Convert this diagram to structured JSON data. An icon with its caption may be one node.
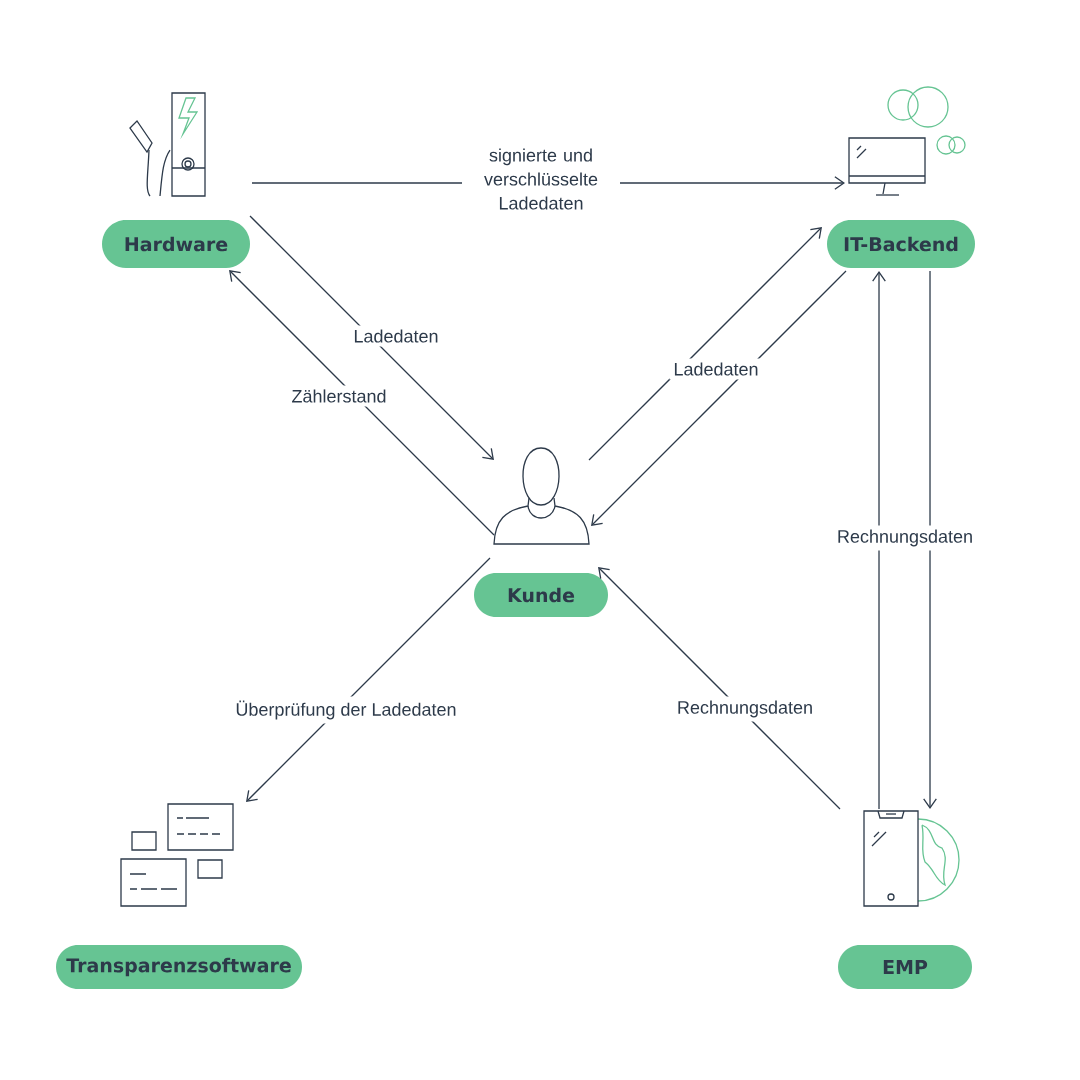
{
  "diagram": {
    "nodes": [
      {
        "text": [
          "Hardware"
        ]
      },
      {
        "text": [
          "IT-Backend"
        ]
      },
      {
        "text": [
          "Kunde"
        ]
      },
      {
        "text": [
          "Transparenzsoftware"
        ]
      },
      {
        "text": [
          "EMP"
        ]
      }
    ],
    "edges": [
      {
        "from": 0,
        "to": 1,
        "arrow": "to",
        "label": "signierte und verschlüsselte Ladedaten"
      },
      {
        "from": 0,
        "to": 2,
        "arrow": "to",
        "label": "Ladedaten"
      },
      {
        "from": 2,
        "to": 0,
        "arrow": "to",
        "label": "Zählerstand"
      },
      {
        "from": 2,
        "to": 1,
        "arrow": "to",
        "label": "Ladedaten"
      },
      {
        "from": 1,
        "to": 2,
        "arrow": "to"
      },
      {
        "from": 2,
        "to": 3,
        "arrow": "to",
        "label": "Überprüfung der Ladedaten"
      },
      {
        "from": 4,
        "to": 2,
        "arrow": "to",
        "label": "Rechnungsdaten"
      },
      {
        "from": 4,
        "to": 1,
        "arrow": "to",
        "label": "Rechnungsdaten"
      },
      {
        "from": 1,
        "to": 4,
        "arrow": "to"
      }
    ]
  }
}
